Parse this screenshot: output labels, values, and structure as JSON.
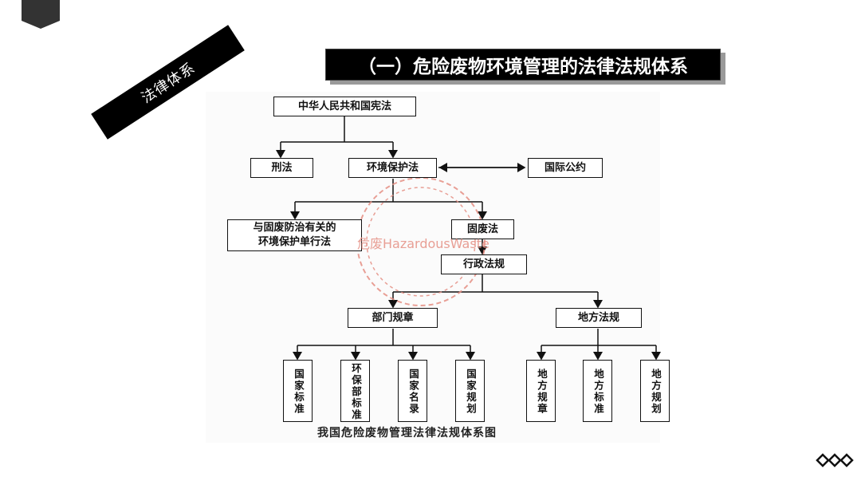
{
  "slide": {
    "side_label": "法律体系",
    "title": "（一）危险废物环境管理的法律法规体系"
  },
  "diagram": {
    "nodes": {
      "constitution": "中华人民共和国宪法",
      "criminal_law": "刑法",
      "env_protection_law": "环境保护法",
      "intl_conventions": "国际公约",
      "related_laws": "与固废防治有关的\n环境保护单行法",
      "solid_waste_law": "固废法",
      "admin_regulations": "行政法规",
      "dept_rules": "部门规章",
      "local_regulations": "地方法规",
      "national_standards": "国家标准",
      "env_dept_standards": "环保部标准",
      "national_list": "国家名录",
      "national_planning": "国家规划",
      "local_rules": "地方规章",
      "local_standards": "地方标准",
      "local_planning": "地方规划"
    },
    "watermark": "危废HazardousWaste",
    "caption": "我国危险废物管理法律法规体系图"
  },
  "colors": {
    "band": "#000000",
    "title_bg": "#000000",
    "watermark": "#e58f84"
  },
  "icons": {
    "nav": "diamond-chain-icon",
    "marker": "ribbon-marker-icon"
  }
}
